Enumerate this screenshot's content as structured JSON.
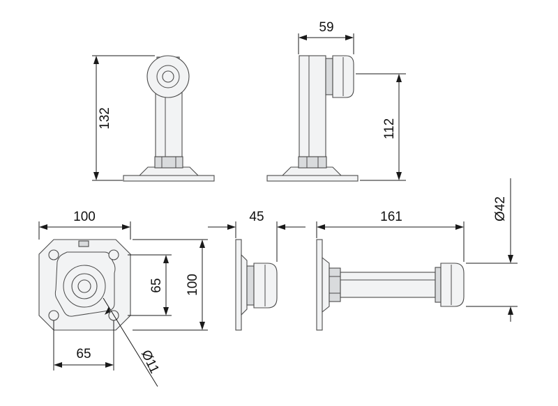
{
  "drawing": {
    "dimensions": {
      "top_width": "59",
      "front_height": "132",
      "side_height": "112",
      "plate_width": "100",
      "plate_height": "100",
      "hole_spacing_x": "65",
      "hole_spacing_y": "65",
      "hole_diameter": "Ø11",
      "head_depth": "45",
      "total_length": "161",
      "head_diameter": "Ø42"
    }
  }
}
